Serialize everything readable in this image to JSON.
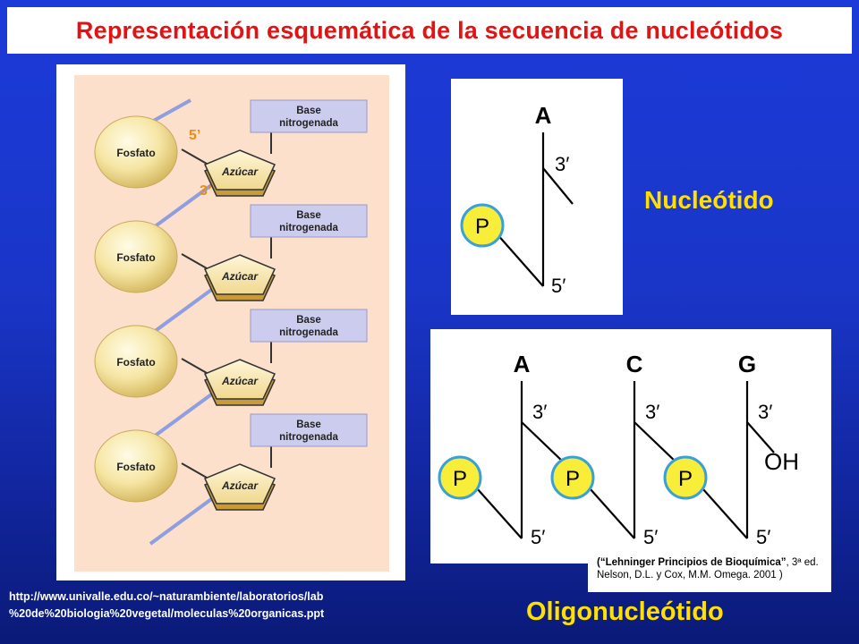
{
  "title": "Representación esquemática de la secuencia de nucleótidos",
  "left_diagram": {
    "prime_5": "5’",
    "prime_3": "3’",
    "units": [
      {
        "fosfato": "Fosfato",
        "azucar": "Azúcar",
        "base_line1": "Base",
        "base_line2": "nitrogenada"
      },
      {
        "fosfato": "Fosfato",
        "azucar": "Azúcar",
        "base_line1": "Base",
        "base_line2": "nitrogenada"
      },
      {
        "fosfato": "Fosfato",
        "azucar": "Azúcar",
        "base_line1": "Base",
        "base_line2": "nitrogenada"
      },
      {
        "fosfato": "Fosfato",
        "azucar": "Azúcar",
        "base_line1": "Base",
        "base_line2": "nitrogenada"
      }
    ]
  },
  "nucleotide": {
    "label": "Nucleótido",
    "base": "A",
    "p": "P",
    "p3": "3′",
    "p5": "5′"
  },
  "oligonucleotide": {
    "label": "Oligonucleótido",
    "bases": [
      "A",
      "C",
      "G"
    ],
    "p": "P",
    "p3": "3′",
    "p5": "5′",
    "oh": "OH"
  },
  "reference": {
    "line1_title": "(“Lehninger Principios de Bioquímica”",
    "line1_rest": ", 3ª ed.",
    "line2": "Nelson, D.L. y Cox, M.M. Omega. 2001 )"
  },
  "source_url": {
    "line1": "http://www.univalle.edu.co/~naturambiente/laboratorios/lab",
    "line2": "%20de%20biologia%20vegetal/moleculas%20organicas.ppt"
  },
  "colors": {
    "title_red": "#e01414",
    "label_yellow": "#ffe000",
    "prime_orange": "#f08a10",
    "phosphate_yellow": "#f8ee3a",
    "phosphate_ring": "#3aa0d8",
    "backbone_blue": "#8f9ede",
    "panel_peach": "#fde0cc",
    "base_box": "#ccccee"
  }
}
